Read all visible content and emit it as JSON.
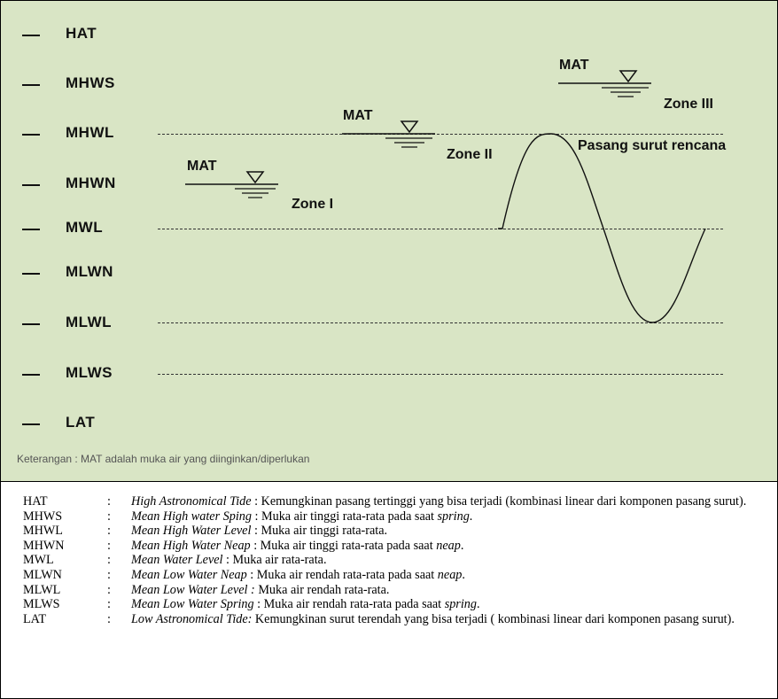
{
  "levels": [
    {
      "code": "HAT",
      "dotted": false
    },
    {
      "code": "MHWS",
      "dotted": false
    },
    {
      "code": "MHWL",
      "dotted": true
    },
    {
      "code": "MHWN",
      "dotted": false
    },
    {
      "code": "MWL",
      "dotted": true
    },
    {
      "code": "MLWN",
      "dotted": false
    },
    {
      "code": "MLWL",
      "dotted": true
    },
    {
      "code": "MLWS",
      "dotted": true
    },
    {
      "code": "LAT",
      "dotted": false
    }
  ],
  "zones": [
    {
      "mat": "MAT",
      "zone": "Zone I"
    },
    {
      "mat": "MAT",
      "zone": "Zone II"
    },
    {
      "mat": "MAT",
      "zone": "Zone III"
    }
  ],
  "curve_label": "Pasang surut rencana",
  "note": "Keterangan : MAT adalah muka air yang diinginkan/diperlukan",
  "legend": [
    {
      "abbr": "HAT",
      "colon": ":",
      "term": "High Astronomical Tide",
      "def": " : Kemungkinan pasang tertinggi yang bisa terjadi (kombinasi linear dari komponen pasang surut)."
    },
    {
      "abbr": "MHWS",
      "colon": ":",
      "term": "Mean High water Sping",
      "def": " : Muka air tinggi rata-rata pada saat ",
      "tail": "spring",
      "end": "."
    },
    {
      "abbr": "MHWL",
      "colon": ":",
      "term": "Mean High Water Level",
      "def": " : Muka air tinggi rata-rata."
    },
    {
      "abbr": "MHWN",
      "colon": ":",
      "term": "Mean High Water Neap",
      "def": " : Muka air tinggi rata-rata pada saat ",
      "tail": "neap",
      "end": "."
    },
    {
      "abbr": "MWL",
      "colon": ":",
      "term": "Mean Water Level",
      "def": " : Muka air rata-rata."
    },
    {
      "abbr": "MLWN",
      "colon": ":",
      "term": "Mean Low Water Neap",
      "def": " : Muka air rendah rata-rata pada saat ",
      "tail": "neap",
      "end": "."
    },
    {
      "abbr": "MLWL",
      "colon": ":",
      "term": "Mean Low Water Level :",
      "def": " Muka air rendah rata-rata."
    },
    {
      "abbr": "MLWS",
      "colon": ":",
      "term": "Mean Low Water Spring",
      "def": " : Muka air rendah rata-rata pada saat ",
      "tail": "spring",
      "end": "."
    },
    {
      "abbr": "LAT",
      "colon": ":",
      "term": "Low Astronomical Tide:",
      "def": " Kemungkinan surut terendah yang bisa terjadi ( kombinasi linear dari komponen pasang surut)."
    }
  ],
  "colors": {
    "panel": "#d9e5c5",
    "ink": "#111111"
  }
}
